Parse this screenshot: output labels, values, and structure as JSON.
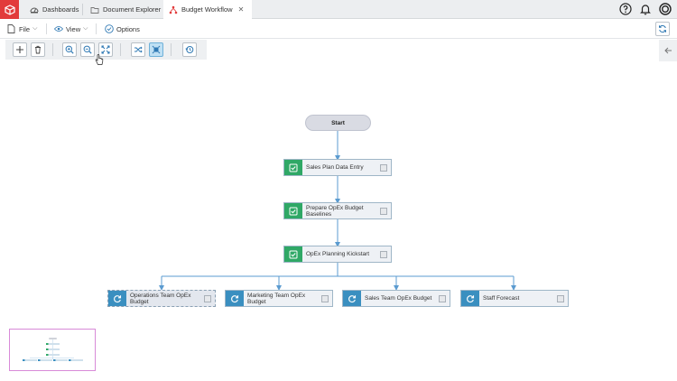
{
  "tabs": [
    {
      "label": "Dashboards",
      "icon": "dashboard-icon"
    },
    {
      "label": "Document Explorer",
      "icon": "folder-icon"
    },
    {
      "label": "Budget Workflow",
      "icon": "workflow-icon",
      "active": true
    }
  ],
  "menu": {
    "file_label": "File",
    "view_label": "View",
    "options_label": "Options"
  },
  "toolbar_icons": [
    "add-icon",
    "delete-icon",
    "zoom-in-icon",
    "zoom-out-icon",
    "fit-icon",
    "shuffle-icon",
    "fit-width-icon",
    "history-icon"
  ],
  "workflow": {
    "start_label": "Start",
    "nodes": [
      {
        "label": "Sales Plan Data Entry",
        "status": "done"
      },
      {
        "label": "Prepare OpEx Budget Baselines",
        "status": "done"
      },
      {
        "label": "OpEx Planning Kickstart",
        "status": "done"
      },
      {
        "label": "Operations Team OpEx Budget",
        "status": "in-progress"
      },
      {
        "label": "Marketing Team OpEx Budget",
        "status": "in-progress"
      },
      {
        "label": "Sales Team OpEx Budget",
        "status": "in-progress"
      },
      {
        "label": "Staff Forecast",
        "status": "in-progress"
      }
    ]
  },
  "colors": {
    "brand": "#e23b3b",
    "done": "#2fa866",
    "in_progress": "#3a8fc0",
    "connector": "#5b9bd0"
  }
}
